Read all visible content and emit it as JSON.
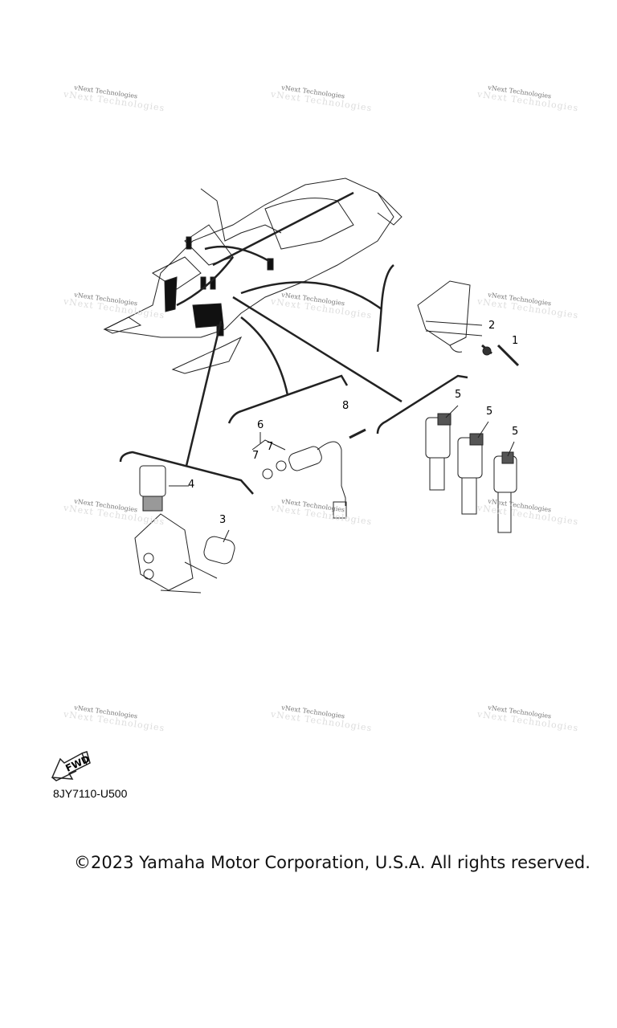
{
  "watermark": "vNext Technologies",
  "callouts": {
    "c1": "1",
    "c2": "2",
    "c3": "3",
    "c4": "4",
    "c5a": "5",
    "c5b": "5",
    "c5c": "5",
    "c6": "6",
    "c7a": "7",
    "c7b": "7",
    "c8": "8"
  },
  "fwd_label": "FWD",
  "diagram_code": "8JY7110-U500",
  "copyright": "©2023 Yamaha Motor Corporation, U.S.A. All rights reserved."
}
